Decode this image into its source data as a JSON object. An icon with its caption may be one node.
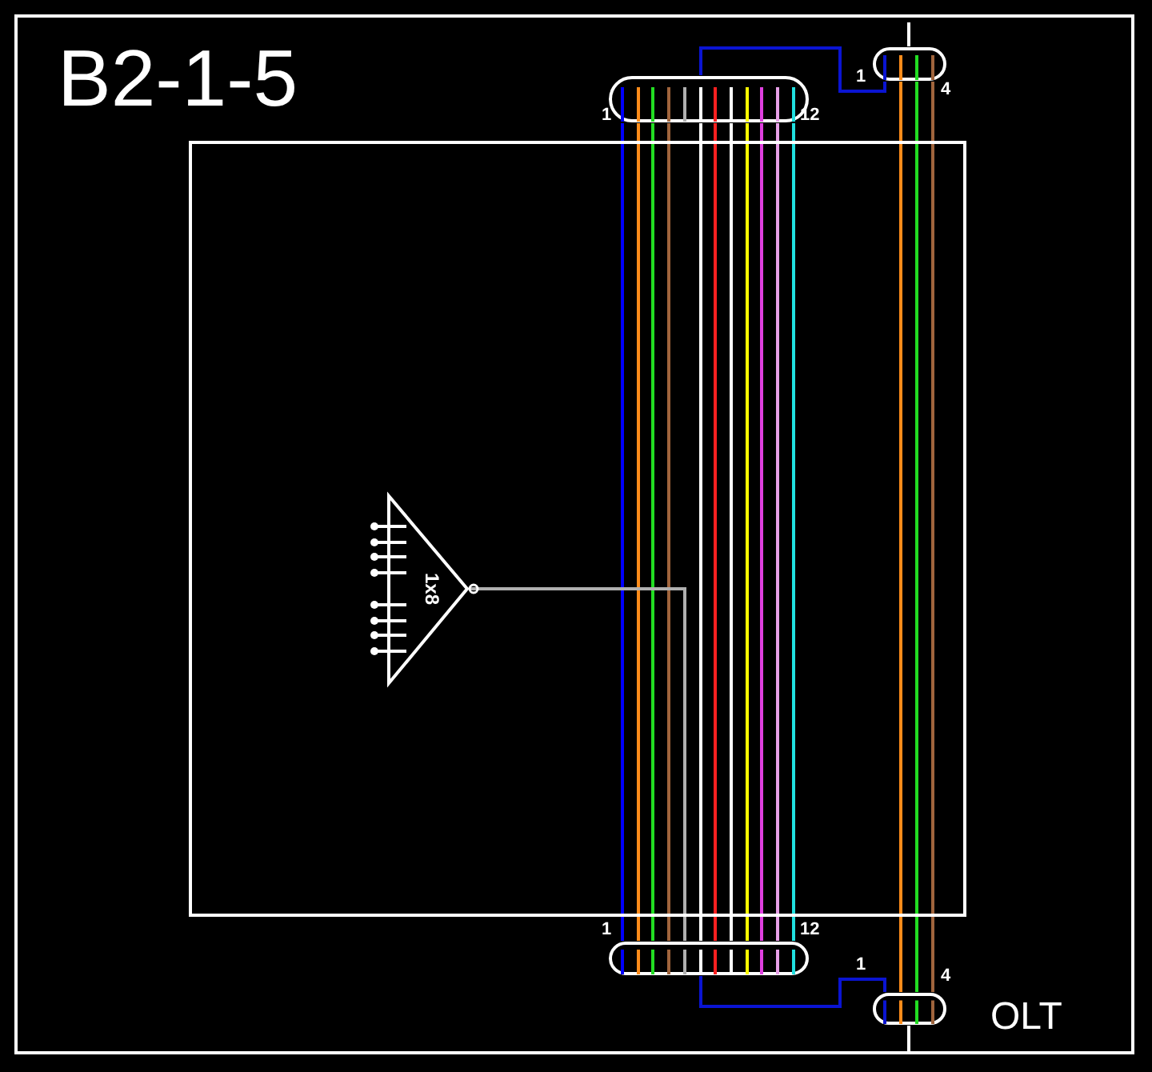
{
  "diagram": {
    "title": "B2-1-5",
    "nodes": [
      {
        "text": [],
        "shape": "box"
      },
      {
        "text": [],
        "shape": "cable",
        "beside": [
          "1",
          "12"
        ]
      },
      {
        "text": [],
        "shape": "cable",
        "beside": [
          "1",
          "4"
        ]
      },
      {
        "text": [],
        "shape": "cable",
        "beside": [
          "1",
          "12"
        ]
      },
      {
        "text": [],
        "shape": "cable",
        "beside": [
          "1",
          "4"
        ]
      },
      {
        "text": [
          "1x8"
        ],
        "in": 0
      }
    ],
    "edges": [
      {
        "from": 1,
        "to": 3,
        "arrow": "none",
        "color": "#0000ff"
      },
      {
        "from": 1,
        "to": 3,
        "arrow": "none",
        "color": "#ff8c1a"
      },
      {
        "from": 1,
        "to": 3,
        "arrow": "none",
        "color": "#22dd22"
      },
      {
        "from": 1,
        "to": 3,
        "arrow": "none",
        "color": "#a0643c"
      },
      {
        "from": 1,
        "to": 3,
        "arrow": "none",
        "color": "#ffffff"
      },
      {
        "from": 1,
        "to": 3,
        "arrow": "none",
        "color": "#ff2020"
      },
      {
        "from": 1,
        "to": 3,
        "arrow": "none",
        "color": "#ffffff"
      },
      {
        "from": 1,
        "to": 3,
        "arrow": "none",
        "color": "#ffff00"
      },
      {
        "from": 1,
        "to": 3,
        "arrow": "none",
        "color": "#e040e0"
      },
      {
        "from": 1,
        "to": 3,
        "arrow": "none",
        "color": "#e8a0e8"
      },
      {
        "from": 1,
        "to": 3,
        "arrow": "none",
        "color": "#20e0e0"
      },
      {
        "from": 1,
        "to": 2,
        "arrow": "none",
        "color": "#0a14d2"
      },
      {
        "from": 3,
        "to": 4,
        "arrow": "none",
        "color": "#0a14d2"
      },
      {
        "from": 2,
        "to": 4,
        "arrow": "none",
        "color": "#ff8c1a"
      },
      {
        "from": 2,
        "to": 4,
        "arrow": "none",
        "color": "#22dd22"
      },
      {
        "from": 2,
        "to": 4,
        "arrow": "none",
        "color": "#a0643c"
      },
      {
        "from": 5,
        "to": 3,
        "arrow": "none",
        "color": "#b0b0b0"
      },
      {
        "from": null,
        "to": 2,
        "arrow": "none"
      },
      {
        "from": 4,
        "to": null,
        "arrow": "none"
      }
    ],
    "labels": [
      "OLT"
    ]
  }
}
